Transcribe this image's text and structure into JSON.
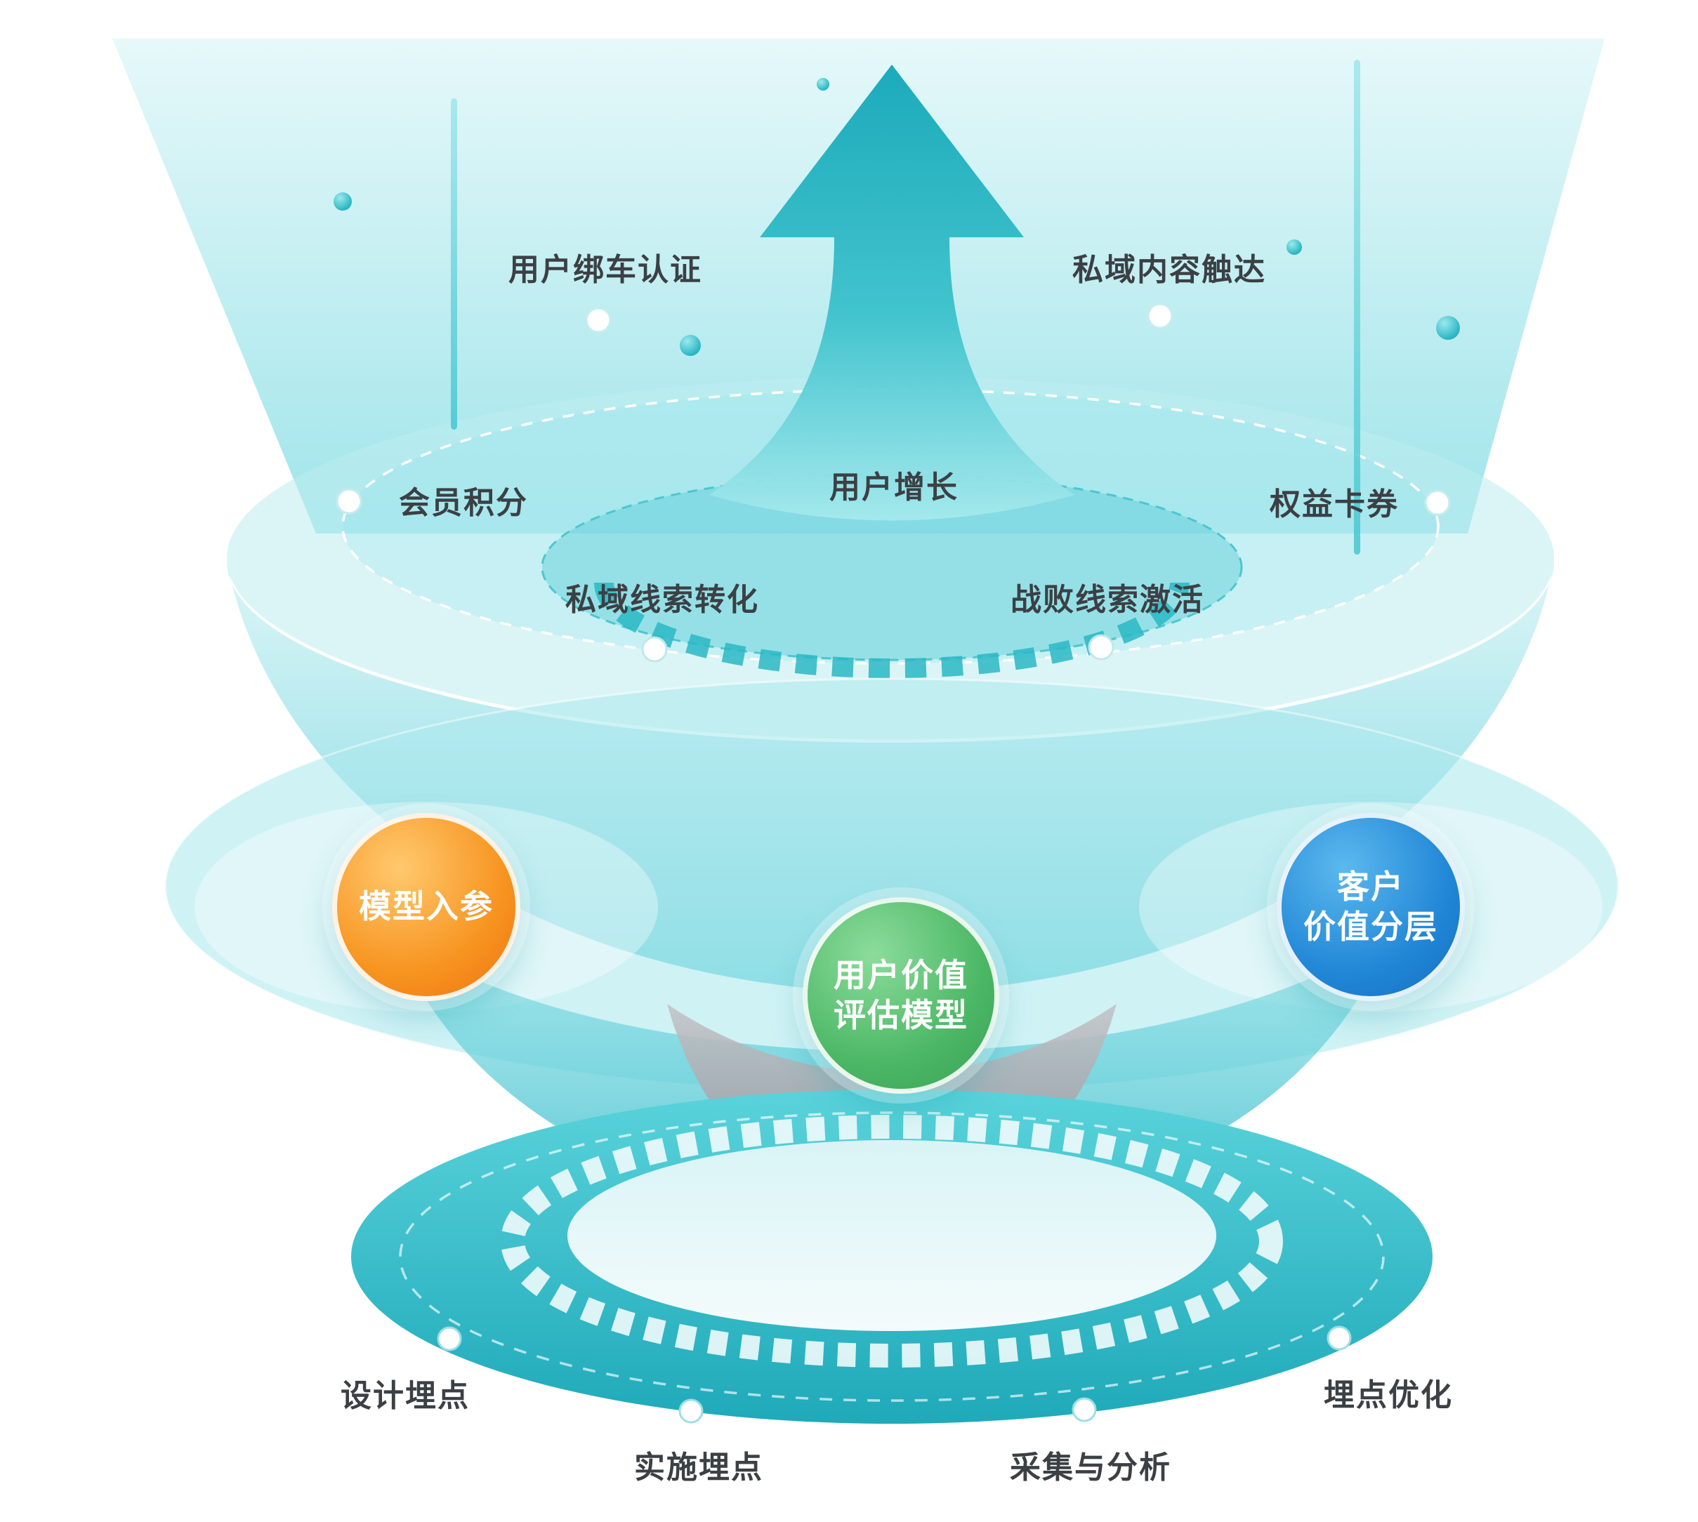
{
  "palette": {
    "teal": "#2BB9C6",
    "teal_light": "#A9E9ED",
    "orange": "#F6891F",
    "green": "#3FAE5B",
    "blue": "#1C7CCB",
    "text": "#3B4045",
    "white": "#FFFFFF"
  },
  "stage_labels": {
    "bind_auth": "用户绑车认证",
    "private_reach": "私域内容触达",
    "member_points": "会员积分",
    "user_growth": "用户增长",
    "benefit_coupons": "权益卡券",
    "private_lead_conversion": "私域线索转化",
    "defeated_lead_activation": "战败线索激活",
    "design_tracking": "设计埋点",
    "implement_tracking": "实施埋点",
    "collect_analyze": "采集与分析",
    "tracking_optimize": "埋点优化"
  },
  "nodes": {
    "model_input": {
      "label": "模型入参"
    },
    "value_model": {
      "line1": "用户价值",
      "line2": "评估模型"
    },
    "customer_tier": {
      "line1": "客户",
      "line2": "价值分层"
    }
  }
}
